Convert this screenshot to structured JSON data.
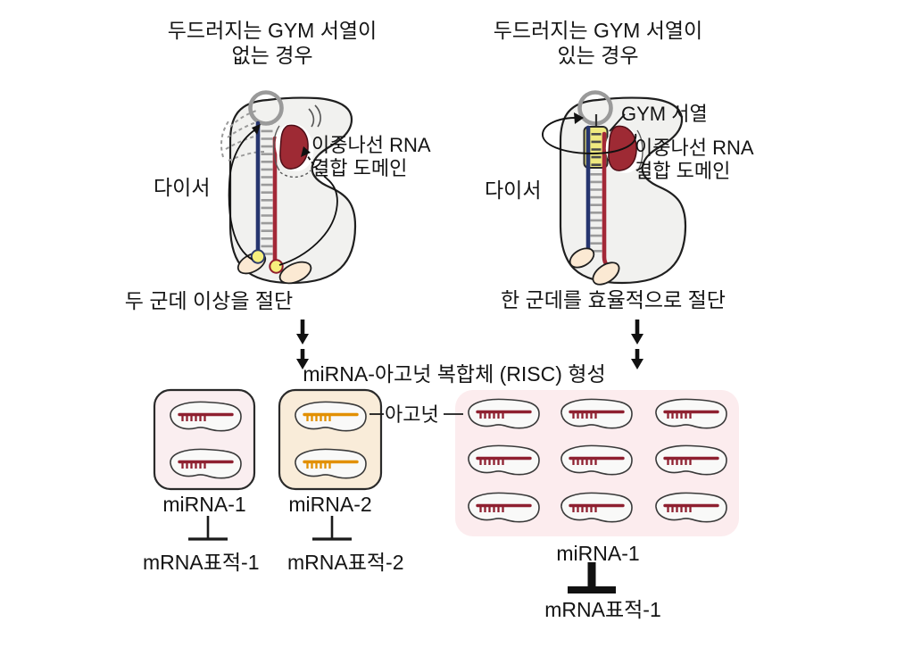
{
  "titles": {
    "left": {
      "line1": "두드러지는 GYM 서열이",
      "line2": "없는 경우"
    },
    "right": {
      "line1": "두드러지는 GYM 서열이",
      "line2": "있는 경우"
    }
  },
  "dicer_left": {
    "name_label": "다이서",
    "domain_label_line1": "이중나선 RNA",
    "domain_label_line2": "결합 도메인",
    "caption": "두 군데 이상을 절단"
  },
  "dicer_right": {
    "name_label": "다이서",
    "gym_label": "GYM 서열",
    "domain_label_line1": "이중나선 RNA",
    "domain_label_line2": "결합 도메인",
    "caption": "한 군데를 효율적으로 절단"
  },
  "risc": {
    "formation_label": "miRNA-아고넛 복합체 (RISC) 형성",
    "argonaute_label": "아고넛"
  },
  "products_left": {
    "mirna1_label": "miRNA-1",
    "mirna2_label": "miRNA-2",
    "mrna_target1_label": "mRNA표적-1",
    "mrna_target2_label": "mRNA표적-2"
  },
  "products_right": {
    "mirna1_label": "miRNA-1",
    "mrna_target1_label": "mRNA표적-1"
  },
  "colors": {
    "dicer_body": "#f1f1ef",
    "outline": "#1f1f1f",
    "loop_circle_gray": "#9a9a9a",
    "strand_blue": "#26356e",
    "strand_red": "#a32837",
    "rung_gray": "#9b9b9b",
    "binding_domain_red": "#9e2a34",
    "gym_box_yellow": "#efe97f",
    "cleavage_site_yellow": "#f6ef7d",
    "paz_cream": "#fbe9d3",
    "mirna1_box_bg": "#faeef0",
    "mirna2_box_bg": "#f9ecd9",
    "risc_pool_bg": "#fcecee",
    "bean_fill": "#f9f9f8",
    "mirna_strand_red": "#8e2030",
    "mirna_strand_orange": "#e29000",
    "text": "#141414"
  }
}
